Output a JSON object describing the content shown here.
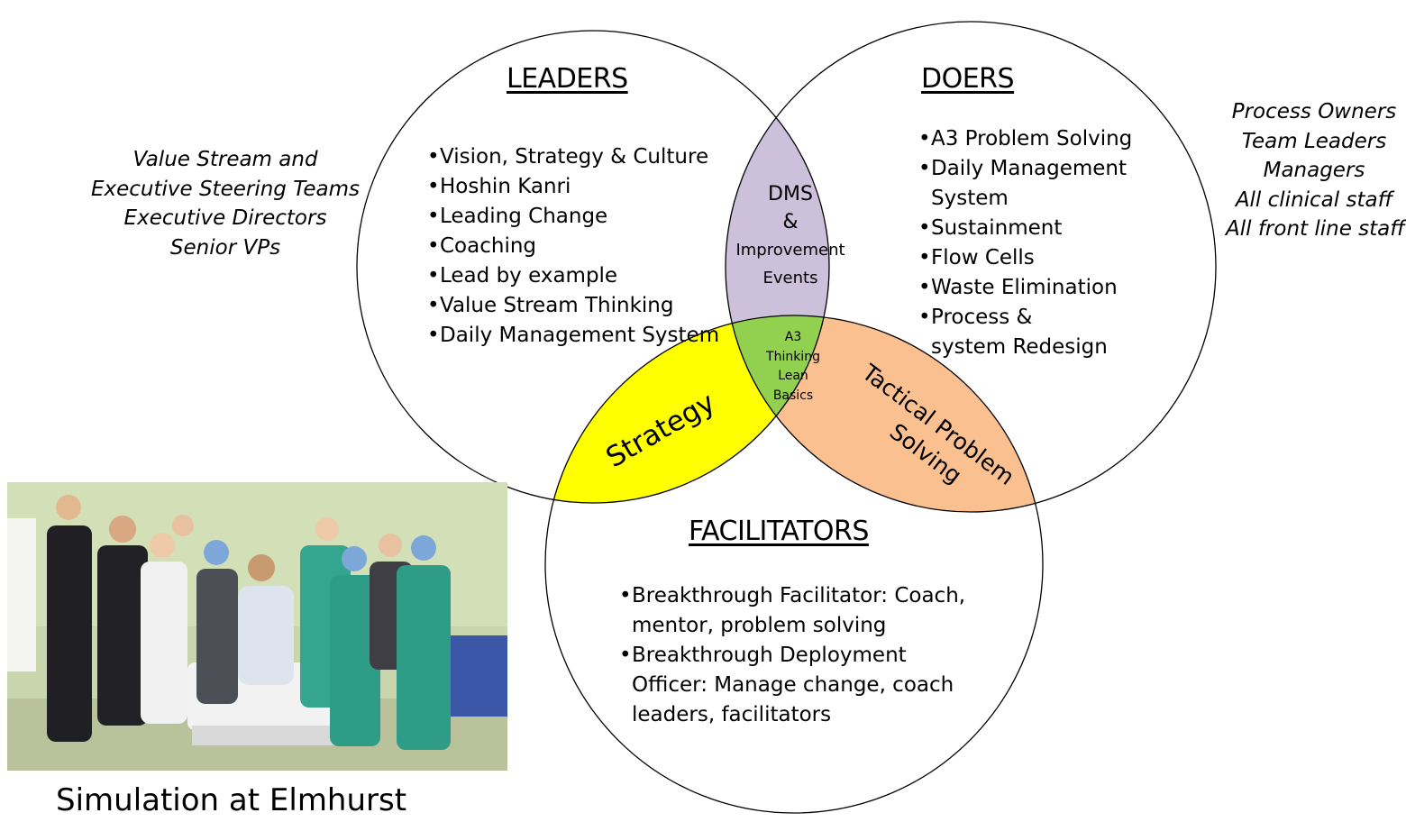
{
  "leaders": {
    "heading": "LEADERS",
    "items": [
      "Vision, Strategy & Culture",
      "Hoshin Kanri",
      "Leading Change",
      "Coaching",
      "Lead by example",
      "Value Stream Thinking",
      "Daily Management System"
    ],
    "roles": [
      "Value Stream and",
      "Executive Steering Teams",
      "Executive Directors",
      "Senior VPs"
    ]
  },
  "doers": {
    "heading": "DOERS",
    "items": [
      "A3 Problem Solving",
      "Daily Management System",
      "Sustainment",
      "Flow Cells",
      "Waste Elimination",
      "Process & system Redesign"
    ],
    "roles": [
      "Process Owners",
      "Team Leaders",
      "Managers",
      "All clinical staff",
      "All front line staff"
    ]
  },
  "facilitators": {
    "heading": "FACILITATORS",
    "items": [
      "Breakthrough Facilitator: Coach, mentor, problem solving",
      "Breakthrough Deployment Officer: Manage change, coach leaders, facilitators"
    ]
  },
  "overlaps": {
    "leaders_doers": [
      "DMS",
      "&",
      "Improvement",
      "Events"
    ],
    "center": [
      "A3",
      "Thinking",
      "Lean",
      "Basics"
    ],
    "leaders_facilitators": "Strategy",
    "doers_facilitators": [
      "Tactical Problem",
      "Solving"
    ]
  },
  "colors": {
    "leaders_doers": "#ccc0da",
    "center": "#92d050",
    "leaders_facilitators": "#ffff00",
    "doers_facilitators": "#fac090",
    "outline": "#000000"
  },
  "photo": {
    "caption": "Simulation at Elmhurst"
  }
}
